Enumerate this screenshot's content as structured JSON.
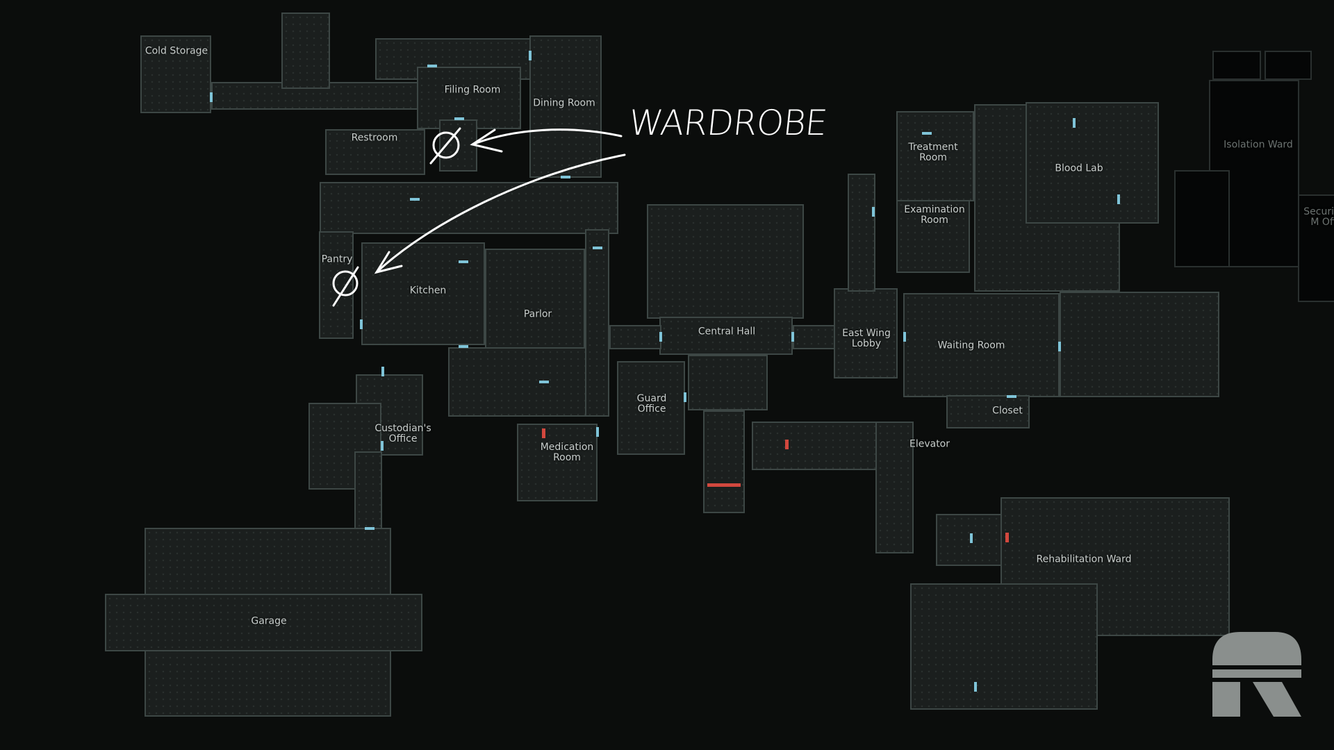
{
  "map": {
    "rooms": [
      {
        "id": "cold-storage",
        "label": "Cold Storage"
      },
      {
        "id": "filing-room",
        "label": "Filing Room"
      },
      {
        "id": "dining-room",
        "label": "Dining Room"
      },
      {
        "id": "restroom",
        "label": "Restroom"
      },
      {
        "id": "pantry",
        "label": "Pantry"
      },
      {
        "id": "kitchen",
        "label": "Kitchen"
      },
      {
        "id": "parlor",
        "label": "Parlor"
      },
      {
        "id": "central-hall",
        "label": "Central Hall"
      },
      {
        "id": "east-wing-lobby",
        "label": "East Wing Lobby"
      },
      {
        "id": "treatment-room",
        "label": "Treatment Room"
      },
      {
        "id": "examination-room",
        "label": "Examination Room"
      },
      {
        "id": "blood-lab",
        "label": "Blood Lab"
      },
      {
        "id": "waiting-room",
        "label": "Waiting Room"
      },
      {
        "id": "closet",
        "label": "Closet"
      },
      {
        "id": "elevator",
        "label": "Elevator"
      },
      {
        "id": "guard-office",
        "label": "Guard Office"
      },
      {
        "id": "medication-room",
        "label": "Medication Room"
      },
      {
        "id": "custodians-office",
        "label": "Custodian's Office"
      },
      {
        "id": "garage",
        "label": "Garage"
      },
      {
        "id": "rehabilitation-ward",
        "label": "Rehabilitation Ward"
      },
      {
        "id": "isolation-ward",
        "label": "Isolation Ward"
      },
      {
        "id": "security-office",
        "label": "Security M Off"
      }
    ]
  },
  "annotation": {
    "text": "WARDROBE",
    "color": "#ffffff"
  },
  "colors": {
    "door": "#7fc4d8",
    "locked_door": "#d2483e",
    "wall": "#3d4745"
  }
}
